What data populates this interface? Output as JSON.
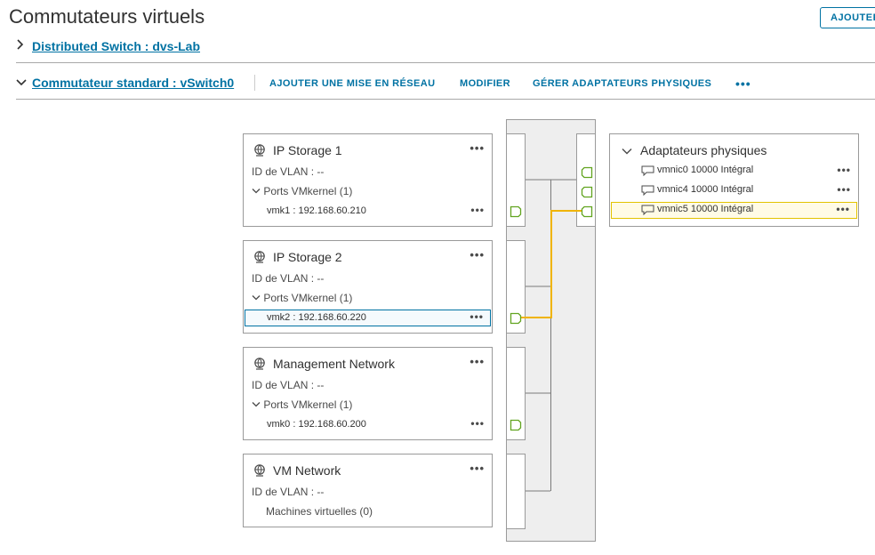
{
  "page": {
    "title": "Commutateurs virtuels",
    "top_button": "AJOUTER"
  },
  "distributed_switch": {
    "link": "Distributed Switch : dvs-Lab"
  },
  "standard_switch": {
    "link": "Commutateur standard : vSwitch0",
    "actions": {
      "add_network": "AJOUTER UNE MISE EN RÉSEAU",
      "modify": "MODIFIER",
      "manage_adapters": "GÉRER ADAPTATEURS PHYSIQUES",
      "more": "•••"
    }
  },
  "port_groups": [
    {
      "name": "IP Storage 1",
      "vlan": "ID de VLAN : --",
      "ports_label": "Ports VMkernel (1)",
      "vmk": "vmk1 : 192.168.60.210",
      "icon": "network-icon"
    },
    {
      "name": "IP Storage 2",
      "vlan": "ID de VLAN : --",
      "ports_label": "Ports VMkernel (1)",
      "vmk": "vmk2 : 192.168.60.220",
      "icon": "network-icon"
    },
    {
      "name": "Management Network",
      "vlan": "ID de VLAN : --",
      "ports_label": "Ports VMkernel (1)",
      "vmk": "vmk0 : 192.168.60.200",
      "icon": "network-icon"
    },
    {
      "name": "VM Network",
      "vlan": "ID de VLAN : --",
      "vms_label": "Machines virtuelles (0)",
      "icon": "network-icon"
    }
  ],
  "physical_adapters": {
    "title": "Adaptateurs physiques",
    "items": [
      {
        "label": "vmnic0 10000 Intégral"
      },
      {
        "label": "vmnic4 10000 Intégral"
      },
      {
        "label": "vmnic5 10000 Intégral"
      }
    ]
  },
  "colors": {
    "link": "#0072a3",
    "highlight_line": "#f0b400",
    "port_green": "#62a420",
    "border": "#9a9a9a"
  },
  "common": {
    "dots": "•••"
  }
}
